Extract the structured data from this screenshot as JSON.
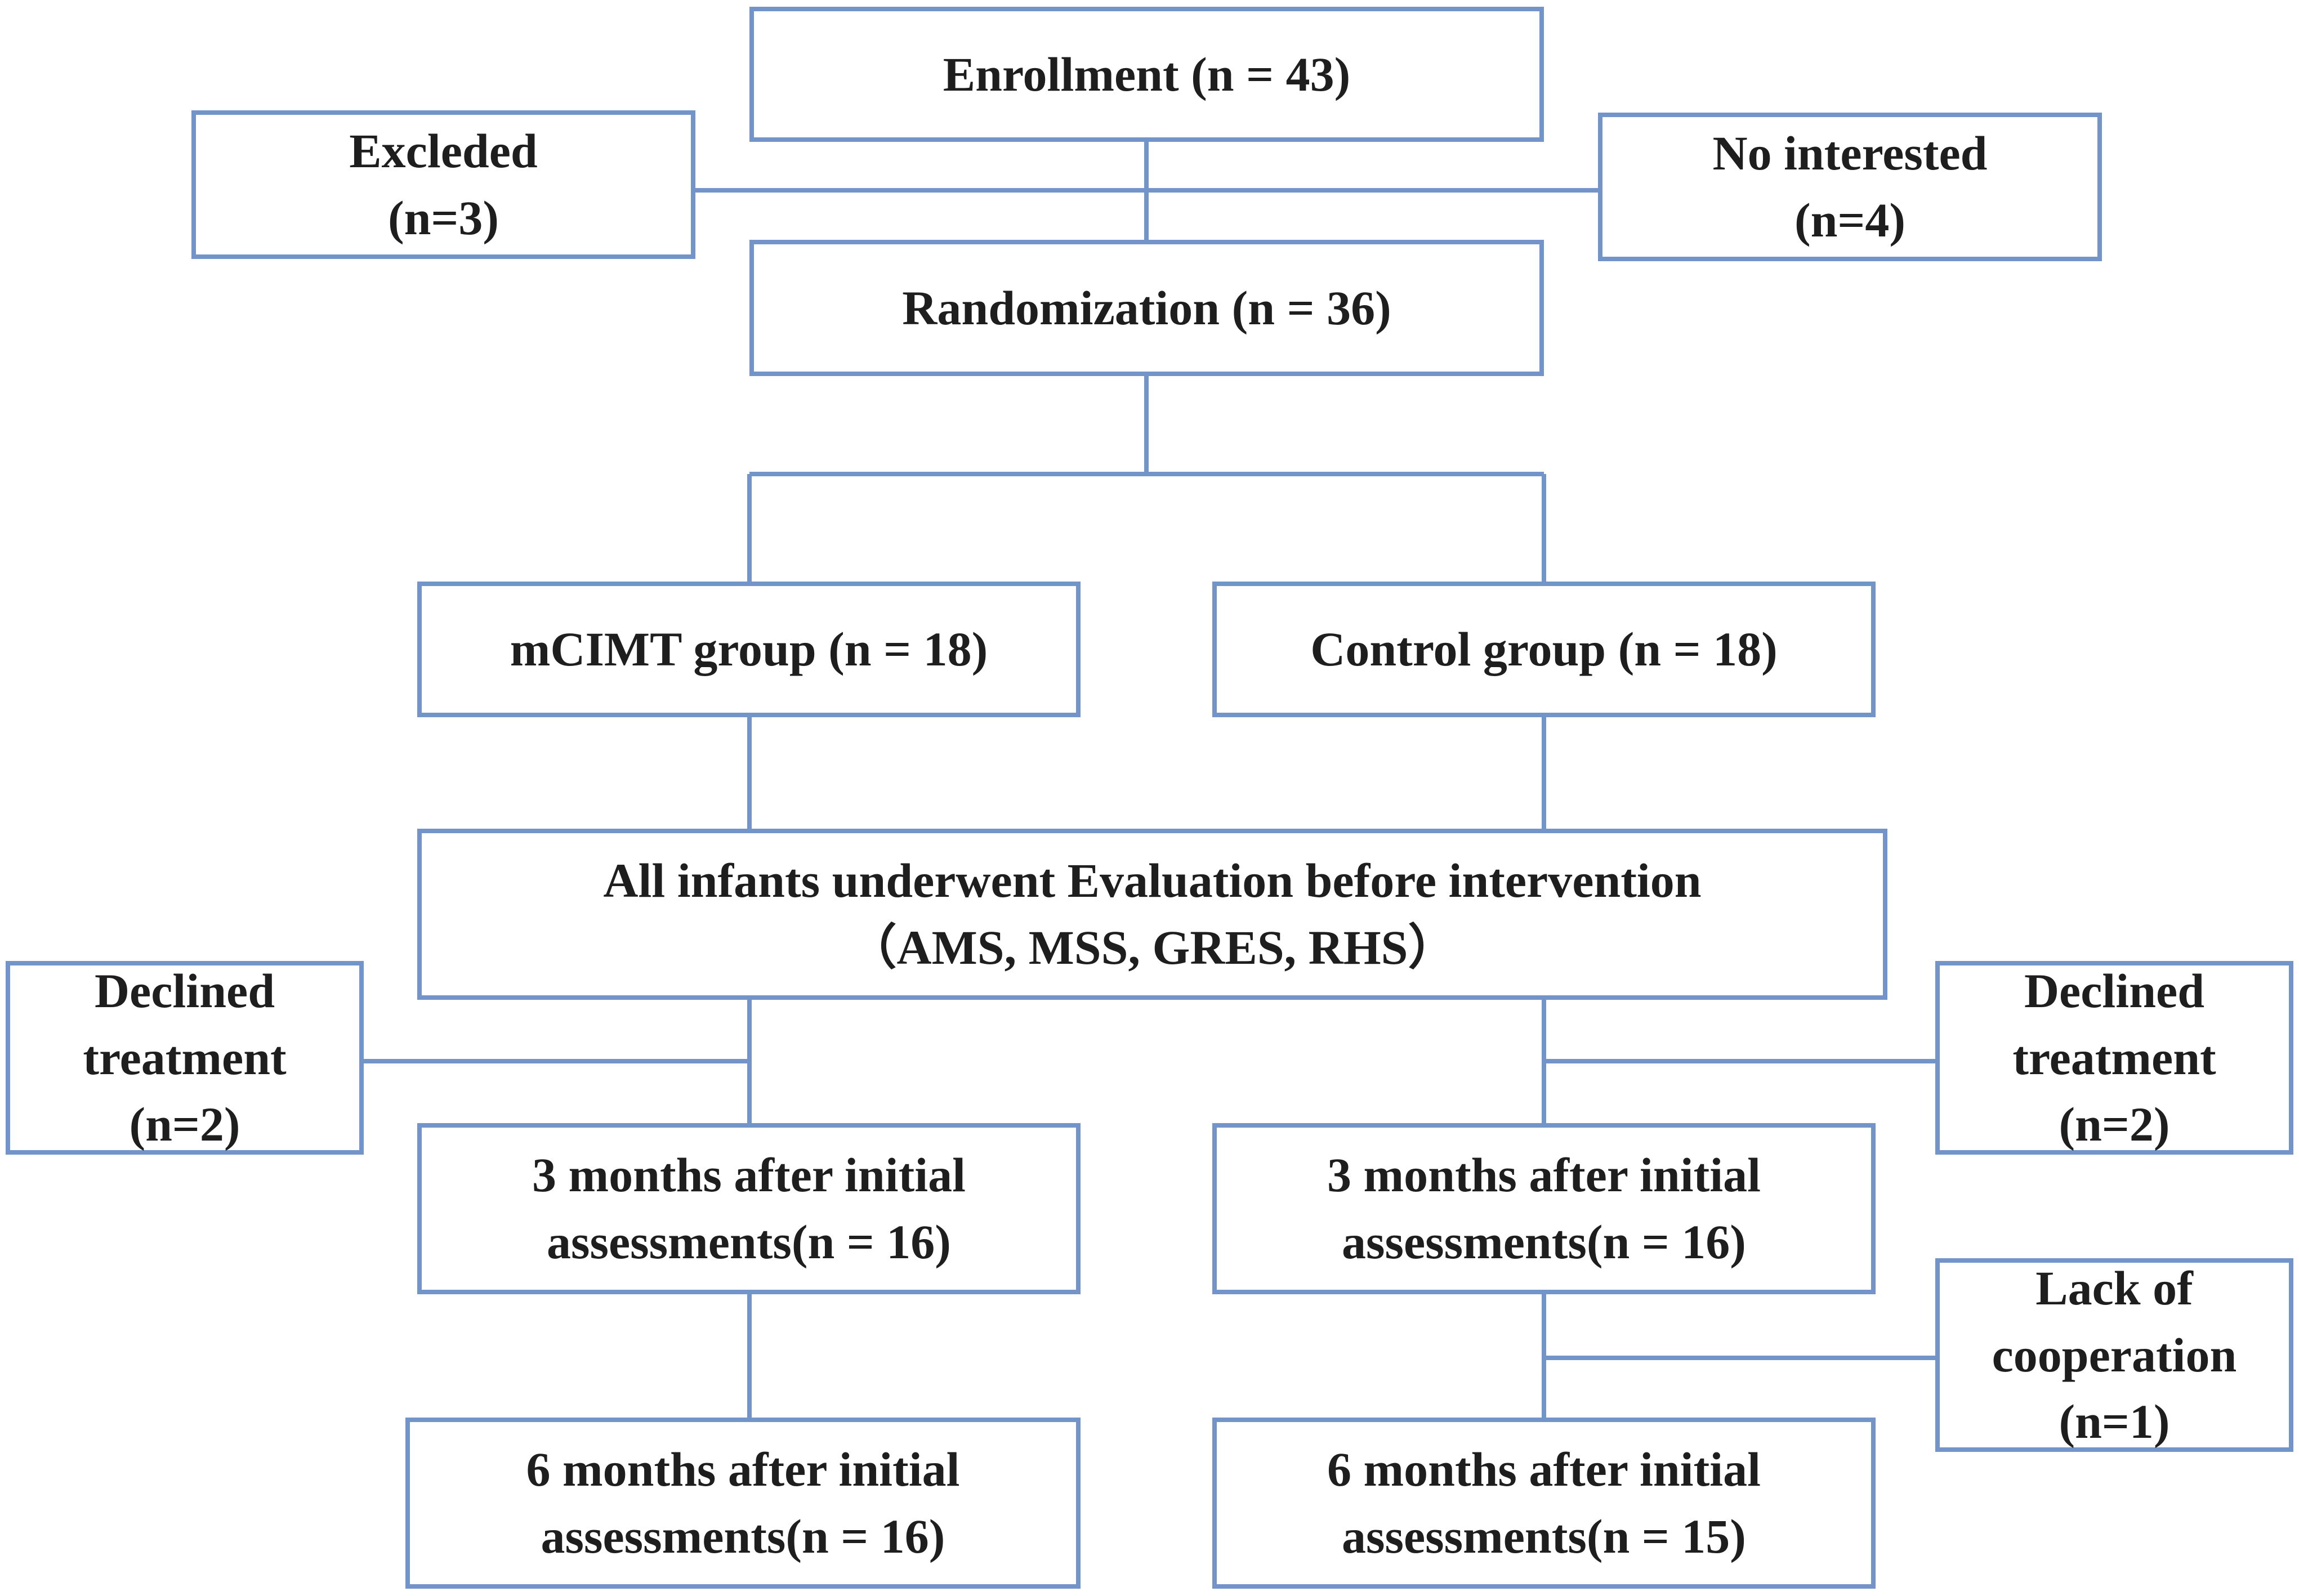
{
  "colors": {
    "border": "#7394c8",
    "line": "#7394c8",
    "text": "#1e1e1e",
    "background": "#ffffff"
  },
  "flowchart": {
    "enrollment": {
      "line1": "Enrollment (n = 43)"
    },
    "excluded": {
      "line1": "Excleded",
      "line2": "(n=3)"
    },
    "not_interested": {
      "line1": "No interested",
      "line2": "(n=4)"
    },
    "randomization": {
      "line1": "Randomization (n = 36)"
    },
    "mcimt_group": {
      "line1": "mCIMT group (n = 18)"
    },
    "control_group": {
      "line1": "Control group (n = 18)"
    },
    "evaluation": {
      "line1": "All infants underwent Evaluation before intervention",
      "line2": "（AMS, MSS, GRES, RHS）"
    },
    "declined_left": {
      "line1": "Declined",
      "line2": "treatment",
      "line3": "(n=2)"
    },
    "declined_right": {
      "line1": "Declined",
      "line2": "treatment",
      "line3": "(n=2)"
    },
    "mcimt_3m": {
      "line1": "3 months after initial",
      "line2": "assessments(n = 16)"
    },
    "control_3m": {
      "line1": "3 months after initial",
      "line2": "assessments(n = 16)"
    },
    "lack_cooperation": {
      "line1": "Lack of",
      "line2": "cooperation",
      "line3": "(n=1)"
    },
    "mcimt_6m": {
      "line1": "6 months after initial",
      "line2": "assessments(n = 16)"
    },
    "control_6m": {
      "line1": "6 months after initial",
      "line2": "assessments(n = 15)"
    }
  }
}
